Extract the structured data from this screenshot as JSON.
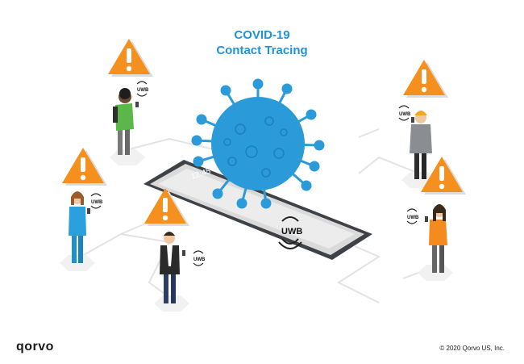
{
  "title": {
    "line1": "COVID-19",
    "line2": "Contact Tracing"
  },
  "phone": {
    "time": "12:45",
    "uwb_label": "UWB"
  },
  "people": [
    {
      "name": "person-green-shirt",
      "uwb_label": "UWB"
    },
    {
      "name": "person-hardhat",
      "uwb_label": "UWB"
    },
    {
      "name": "person-blue-scrubs",
      "uwb_label": "UWB"
    },
    {
      "name": "person-suit",
      "uwb_label": "UWB"
    },
    {
      "name": "person-orange-shirt",
      "uwb_label": "UWB"
    }
  ],
  "footer": {
    "logo": "qorvo",
    "copyright": "© 2020 Qorvo US, Inc."
  },
  "colors": {
    "title": "#1f93d9",
    "virus": "#2b9ad9",
    "warning": "#f5901e",
    "phone": "#4a4e53"
  }
}
